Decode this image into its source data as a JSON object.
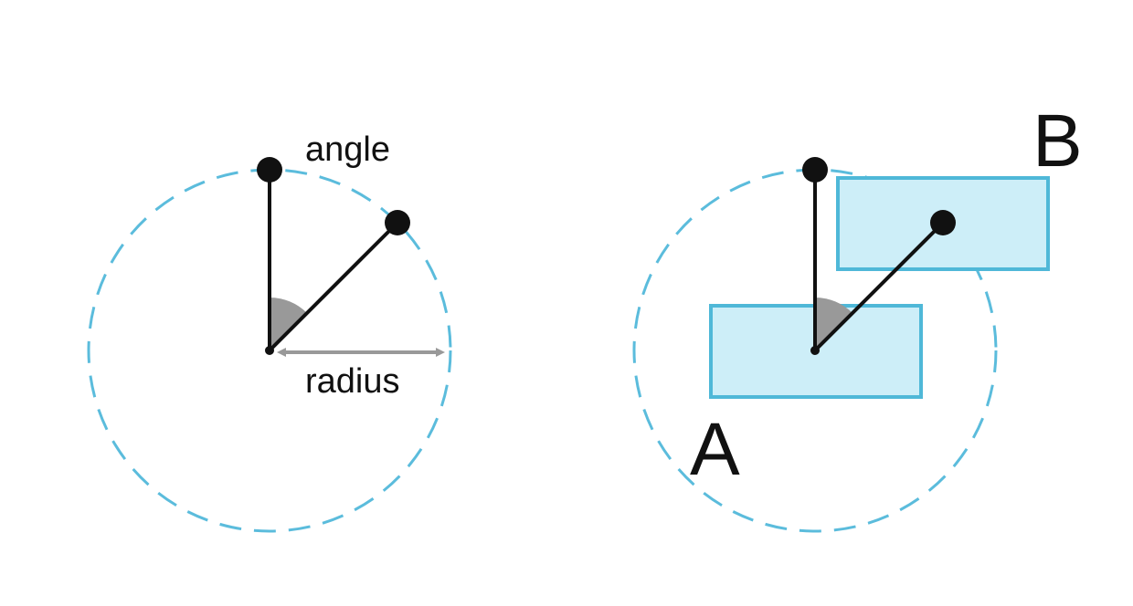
{
  "left_panel": {
    "angle_label": "angle",
    "radius_label": "radius"
  },
  "right_panel": {
    "box_a_label": "A",
    "box_b_label": "B"
  },
  "colors": {
    "circle_stroke": "#5bbcdc",
    "box_fill": "#cdeef8",
    "box_stroke": "#4fb8d8",
    "line": "#111111",
    "angle_wedge": "#999999",
    "radius_arrow": "#999999"
  }
}
